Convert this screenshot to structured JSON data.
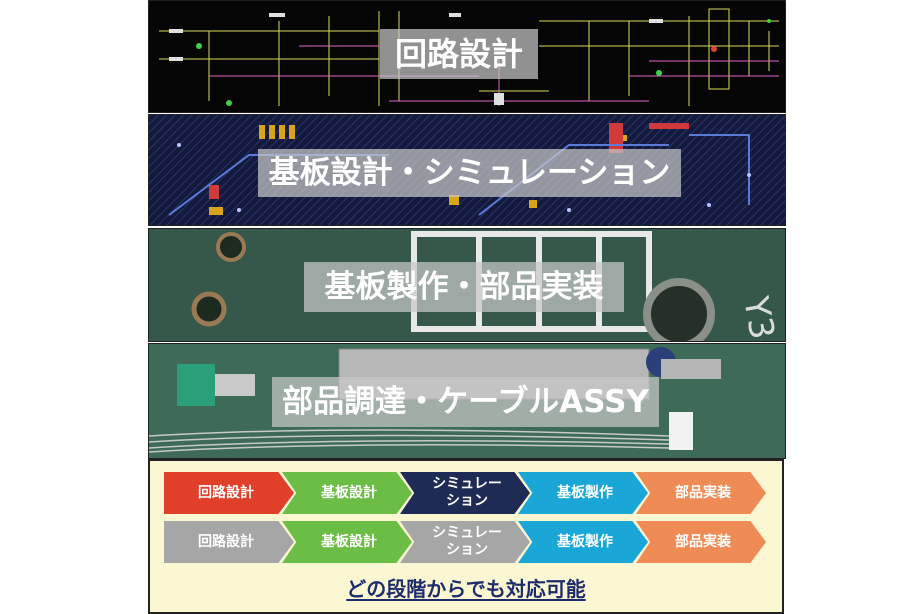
{
  "bands": [
    {
      "label": "回路設計"
    },
    {
      "label": "基板設計・シミュレーション"
    },
    {
      "label": "基板製作・部品実装"
    },
    {
      "label": "部品調達・ケーブルASSY"
    }
  ],
  "flow": {
    "row1": [
      {
        "label": "回路設計",
        "color": "#e0402a"
      },
      {
        "label": "基板設計",
        "color": "#6cbd45"
      },
      {
        "label": "シミュレー\nション",
        "color": "#1f2a55"
      },
      {
        "label": "基板製作",
        "color": "#1aa7d8"
      },
      {
        "label": "部品実装",
        "color": "#ef8b55"
      }
    ],
    "row2": [
      {
        "label": "回路設計",
        "color": "#a6a6a6"
      },
      {
        "label": "基板設計",
        "color": "#6cbd45"
      },
      {
        "label": "シミュレー\nション",
        "color": "#a6a6a6"
      },
      {
        "label": "基板製作",
        "color": "#1aa7d8"
      },
      {
        "label": "部品実装",
        "color": "#ef8b55"
      }
    ],
    "footer": "どの段階からでも対応可能",
    "background": "#fbf7d2"
  }
}
